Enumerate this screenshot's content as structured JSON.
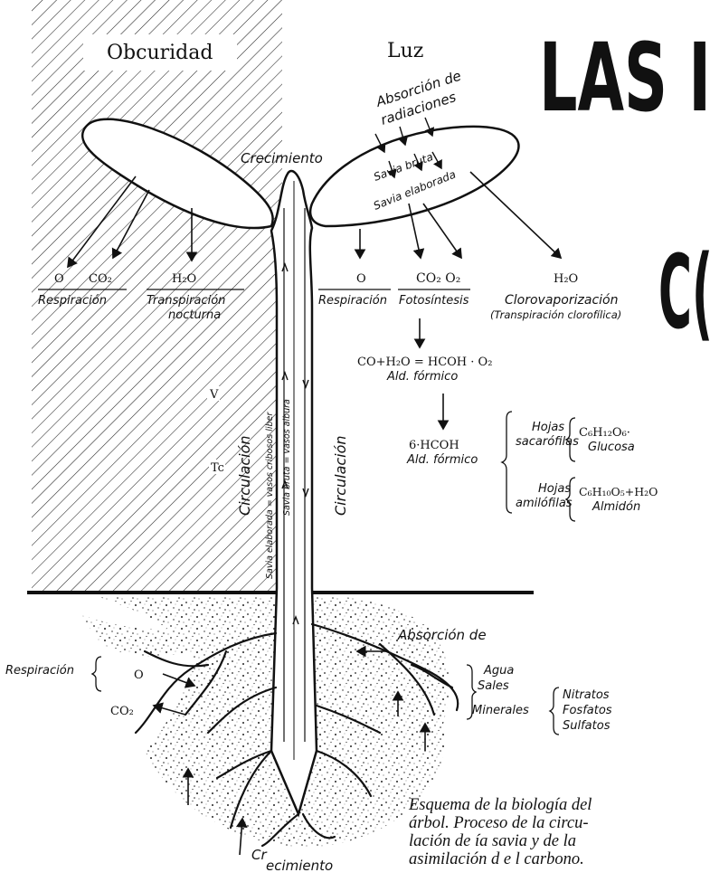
{
  "headline": {
    "line1": "LAS I",
    "line2": "C("
  },
  "zones": {
    "dark": "Obcuridad",
    "light": "Luz"
  },
  "leaf_labels": {
    "absorcion_radiaciones": [
      "Absorción de",
      "radiaciones"
    ],
    "savia_bruta": "Savia bruta",
    "savia_elaborada": "Savia elaborada",
    "crecimiento_top": "Crecimiento"
  },
  "left_gases": {
    "o": "O",
    "co2": "CO₂",
    "h2o": "H₂O",
    "respiracion": "Respiración",
    "transpiracion": [
      "Transpiración",
      "nocturna"
    ]
  },
  "right_gases": {
    "o": "O",
    "co2_o2": "CO₂  O₂",
    "h2o": "H₂O",
    "respiracion": "Respiración",
    "fotosintesis": "Fotosíntesis",
    "clorovaporizacion": [
      "Clorovaporización",
      "(Transpiración clorofílica)"
    ]
  },
  "formula1": {
    "eq": "CO+H₂O = HCOH · O₂",
    "label": "Ald. fórmico"
  },
  "formula2": {
    "eq": "6·HCOH",
    "label": "Ald. fórmico"
  },
  "leaves_types": [
    {
      "name": [
        "Hojas",
        "sacarófilas"
      ],
      "formula": "C₆H₁₂O₆·",
      "product": "Glucosa"
    },
    {
      "name": [
        "Hojas",
        "amilófilas"
      ],
      "formula": "C₆H₁₀O₅+H₂O",
      "product": "Almidón"
    }
  ],
  "stem_labels": {
    "circulacion_left": "Circulación",
    "circulacion_right": "Circulación",
    "savia_elaborada_vasos": "Savia elaborada = vasos cribosos liber",
    "savia_bruta_vasos": "Savia bruta = vasos albura",
    "v": "V",
    "tc": "Tc"
  },
  "roots": {
    "absorcion_de": "Absorción de",
    "respiracion": "Respiración",
    "o": "O",
    "co2": "CO₂",
    "agua_sales_minerales": [
      "Agua",
      "Sales",
      "Minerales"
    ],
    "nitratos_fosfatos_sulfatos": [
      "Nitratos",
      "Fosfatos",
      "Sulfatos"
    ],
    "crecimiento_bottom": [
      "Cr",
      "ecimiento"
    ]
  },
  "caption": [
    "Esquema de la biología del",
    "árbol. Proceso de la circu-",
    "lación de ía savia y de la",
    "asimilación  d e l  carbono."
  ]
}
